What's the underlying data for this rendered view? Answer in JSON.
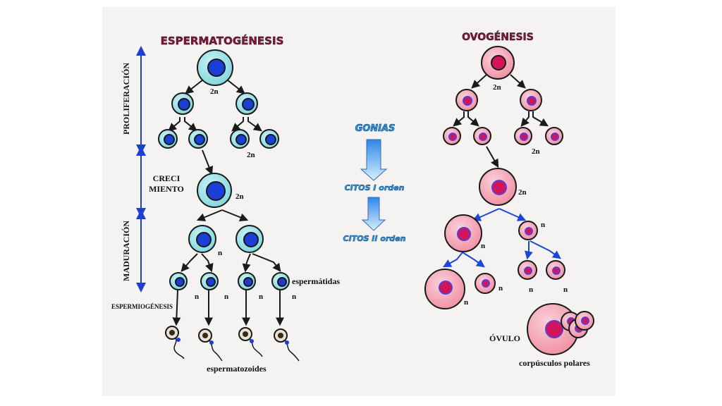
{
  "left": {
    "title": "ESPERMATOGÉNESIS",
    "phases": {
      "proliferation": "PROLIFERACIÓN",
      "growth_line1": "CRECI",
      "growth_line2": "MIENTO",
      "maturation": "MADURACIÓN"
    },
    "labels": {
      "p1": "2n",
      "p2": "2n",
      "p3": "2n",
      "p4": "n",
      "p5": "n",
      "p6": "n",
      "p7": "n",
      "p8": "n",
      "spermatids": "espermátidas",
      "spermiogenesis": "ESPERMIOGÉNESIS",
      "spermatozoa": "espermatozoides"
    }
  },
  "center": {
    "gonias": "GONIAS",
    "citos1": "CITOS I orden",
    "citos2": "CITOS II orden"
  },
  "right": {
    "title": "OVOGÉNESIS",
    "labels": {
      "p1": "2n",
      "p2": "2n",
      "p3": "2n",
      "p4": "n",
      "p5": "n",
      "p6": "n",
      "p7": "n",
      "p8": "n",
      "p9": "n",
      "ovum": "ÓVULO",
      "polar_bodies": "corpúsculos polares"
    }
  },
  "colors": {
    "sperm_cytoplasm": "#8fe0e6",
    "sperm_nucleus": "#1a3fd6",
    "ovo_cytoplasm": "#f4a6b4",
    "ovo_nucleus": "#d4145a",
    "ovo_ring": "#5a3fd6",
    "arrow_dark": "#1a1a1a",
    "arrow_blue": "#1a47d8",
    "phase_blue": "#1f3fd0"
  }
}
